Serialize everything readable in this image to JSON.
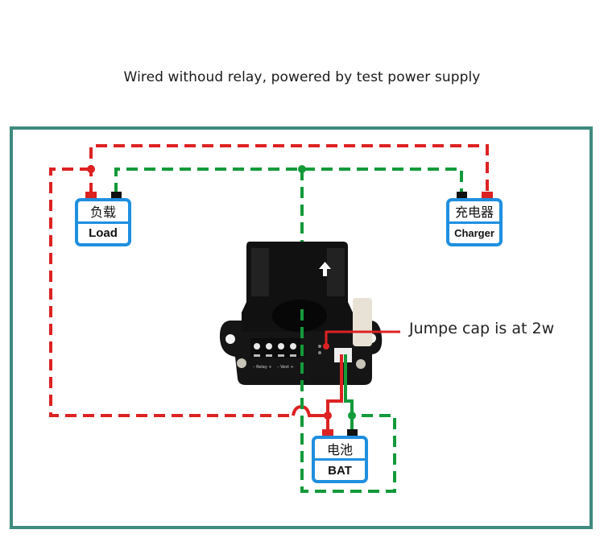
{
  "title": "Wired withoud relay, powered by test power supply",
  "annotation": "Jumpe cap is at 2w",
  "devices": {
    "load": {
      "cn": "负载",
      "en": "Load"
    },
    "charger": {
      "cn": "充电器",
      "en": "Charger"
    },
    "battery": {
      "cn": "电池",
      "en": "BAT"
    }
  },
  "module": {
    "terminal_labels": [
      "– Relay +",
      "– Vext +"
    ],
    "arrow_icon": "up-arrow"
  },
  "colors": {
    "positive_wire": "#dd2222",
    "negative_wire": "#139a3a",
    "device_border": "#1f8fe0",
    "frame_border": "#3f8a7e"
  }
}
